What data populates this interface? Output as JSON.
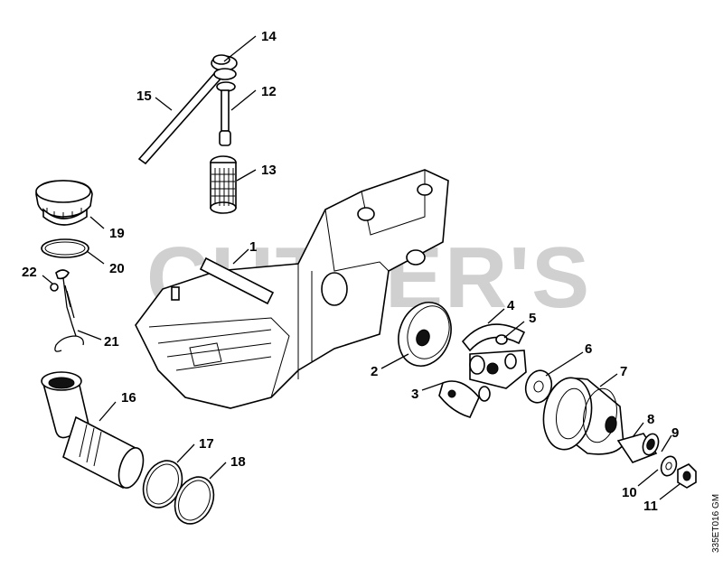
{
  "watermark": "CUTTER'S",
  "drawing_code": "335ET016 GM",
  "callouts": [
    {
      "id": "1",
      "text": "1"
    },
    {
      "id": "2",
      "text": "2"
    },
    {
      "id": "3",
      "text": "3"
    },
    {
      "id": "4",
      "text": "4"
    },
    {
      "id": "5",
      "text": "5"
    },
    {
      "id": "6",
      "text": "6"
    },
    {
      "id": "7",
      "text": "7"
    },
    {
      "id": "8",
      "text": "8"
    },
    {
      "id": "9",
      "text": "9"
    },
    {
      "id": "10",
      "text": "10"
    },
    {
      "id": "11",
      "text": "11"
    },
    {
      "id": "12",
      "text": "12"
    },
    {
      "id": "13",
      "text": "13"
    },
    {
      "id": "14",
      "text": "14"
    },
    {
      "id": "15",
      "text": "15"
    },
    {
      "id": "16",
      "text": "16"
    },
    {
      "id": "17",
      "text": "17"
    },
    {
      "id": "18",
      "text": "18"
    },
    {
      "id": "19",
      "text": "19"
    },
    {
      "id": "20",
      "text": "20"
    },
    {
      "id": "21",
      "text": "21"
    },
    {
      "id": "22",
      "text": "22"
    }
  ]
}
